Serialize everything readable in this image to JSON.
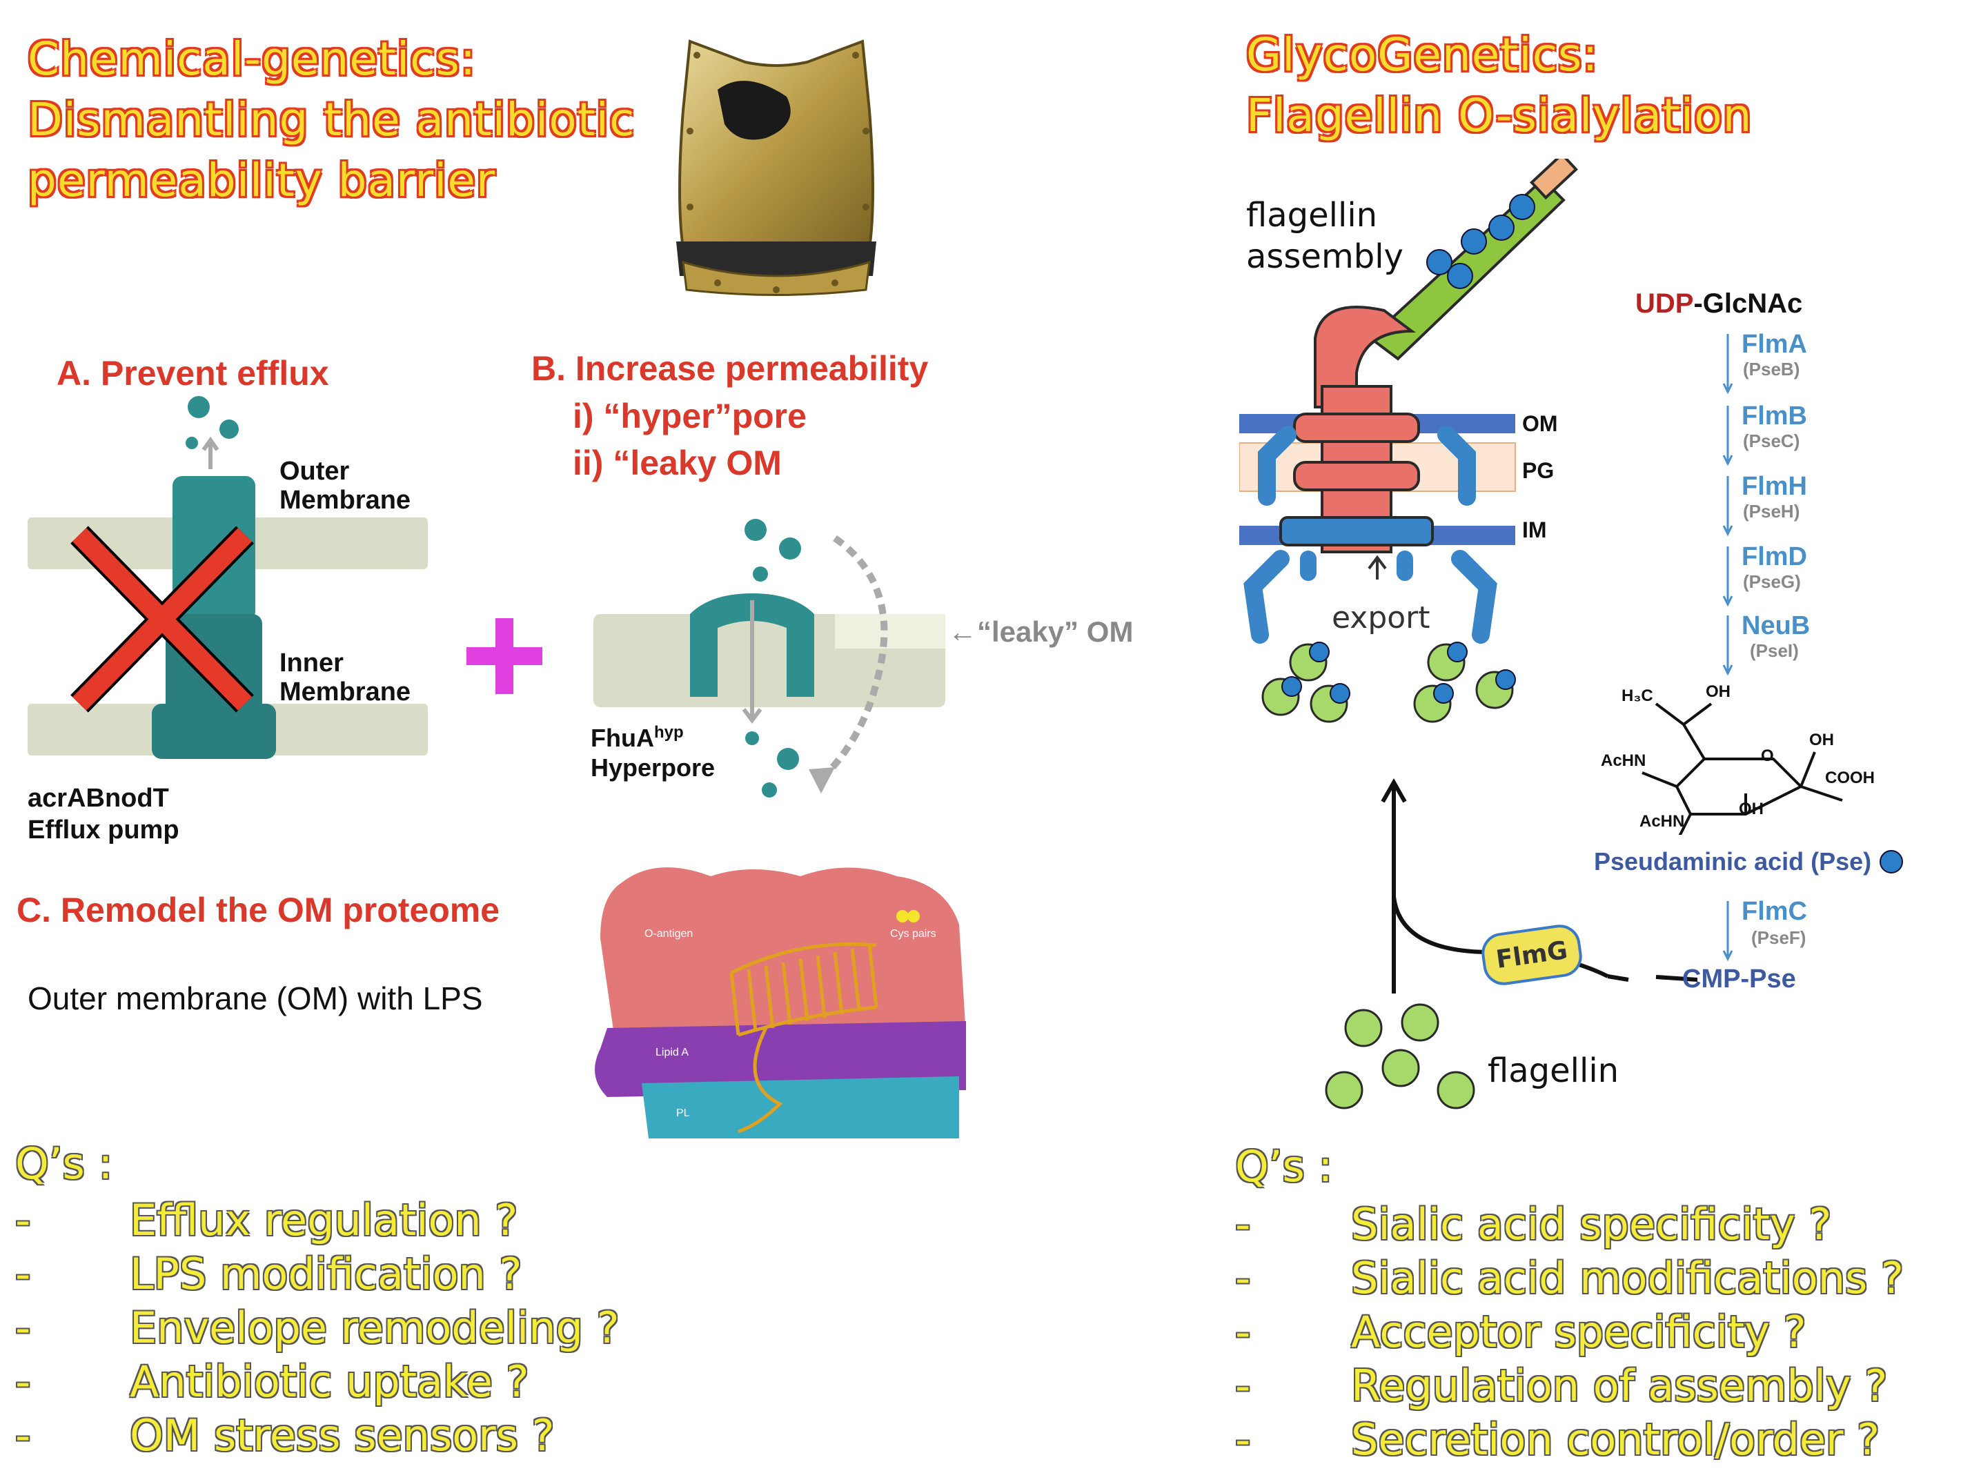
{
  "left": {
    "title_lines": [
      "Chemical-genetics:",
      "Dismantling the antibiotic",
      "permeability barrier"
    ],
    "panel_a": {
      "label": "A. Prevent efflux",
      "outer_membrane": "Outer\nMembrane",
      "outer_l1": "Outer",
      "outer_l2": "Membrane",
      "inner_l1": "Inner",
      "inner_l2": "Membrane",
      "pump_l1": "acrABnodT",
      "pump_l2": "Efflux pump"
    },
    "panel_b": {
      "label": "B. Increase permeability",
      "item1": "i) “hyper”pore",
      "item2": "ii) “leaky OM",
      "leaky_label": "←“leaky” OM",
      "fhua": "FhuA",
      "fhua_sup": "hyp",
      "hyperpore": "Hyperpore"
    },
    "panel_c": {
      "label": "C. Remodel the OM proteome",
      "subtitle": "Outer membrane (OM) with LPS",
      "o_antigen": "O-antigen",
      "cys_pairs": "Cys pairs",
      "lipid_a": "Lipid A",
      "pl": "PL"
    },
    "questions_header": "Q’s :",
    "questions": [
      "Efflux regulation ?",
      "LPS modification ?",
      "Envelope remodeling ?",
      "Antibiotic uptake ?",
      "OM stress sensors ?"
    ]
  },
  "right": {
    "title_lines": [
      "GlycoGenetics:",
      "Flagellin O-sialylation"
    ],
    "assembly_l1": "flagellin",
    "assembly_l2": "assembly",
    "om": "OM",
    "pg": "PG",
    "im": "IM",
    "export": "export",
    "flagellin": "flagellin",
    "flmg": "FlmG",
    "pathway": {
      "udp": "UDP",
      "glcnac": "-GlcNAc",
      "steps": [
        {
          "enzyme": "FlmA",
          "alias": "(PseB)"
        },
        {
          "enzyme": "FlmB",
          "alias": "(PseC)"
        },
        {
          "enzyme": "FlmH",
          "alias": "(PseH)"
        },
        {
          "enzyme": "FlmD",
          "alias": "(PseG)"
        },
        {
          "enzyme": "NeuB",
          "alias": "(PseI)"
        }
      ],
      "pse_label": "Pseudaminic acid (Pse)",
      "final_enzyme": "FlmC",
      "final_alias": "(PseF)",
      "cmp": "CMP-Pse",
      "struct_h3c": "H₃C",
      "struct_oh1": "OH",
      "struct_oh2": "OH",
      "struct_oh3": "OH",
      "struct_achn1": "AcHN",
      "struct_achn2": "AcHN",
      "struct_cooh": "COOH",
      "struct_o": "O"
    },
    "questions_header": "Q’s :",
    "questions": [
      "Sialic acid specificity ?",
      "Sialic acid modifications ?",
      "Acceptor specificity ?",
      "Regulation of assembly ?",
      "Secretion control/order ?"
    ]
  },
  "colors": {
    "title_fill": "#f7dc2b",
    "title_outline": "#e03b1f",
    "heading_red": "#d9382a",
    "enzyme_blue": "#4a90c8",
    "teal": "#2e8b8b",
    "plus": "#e040e0"
  }
}
